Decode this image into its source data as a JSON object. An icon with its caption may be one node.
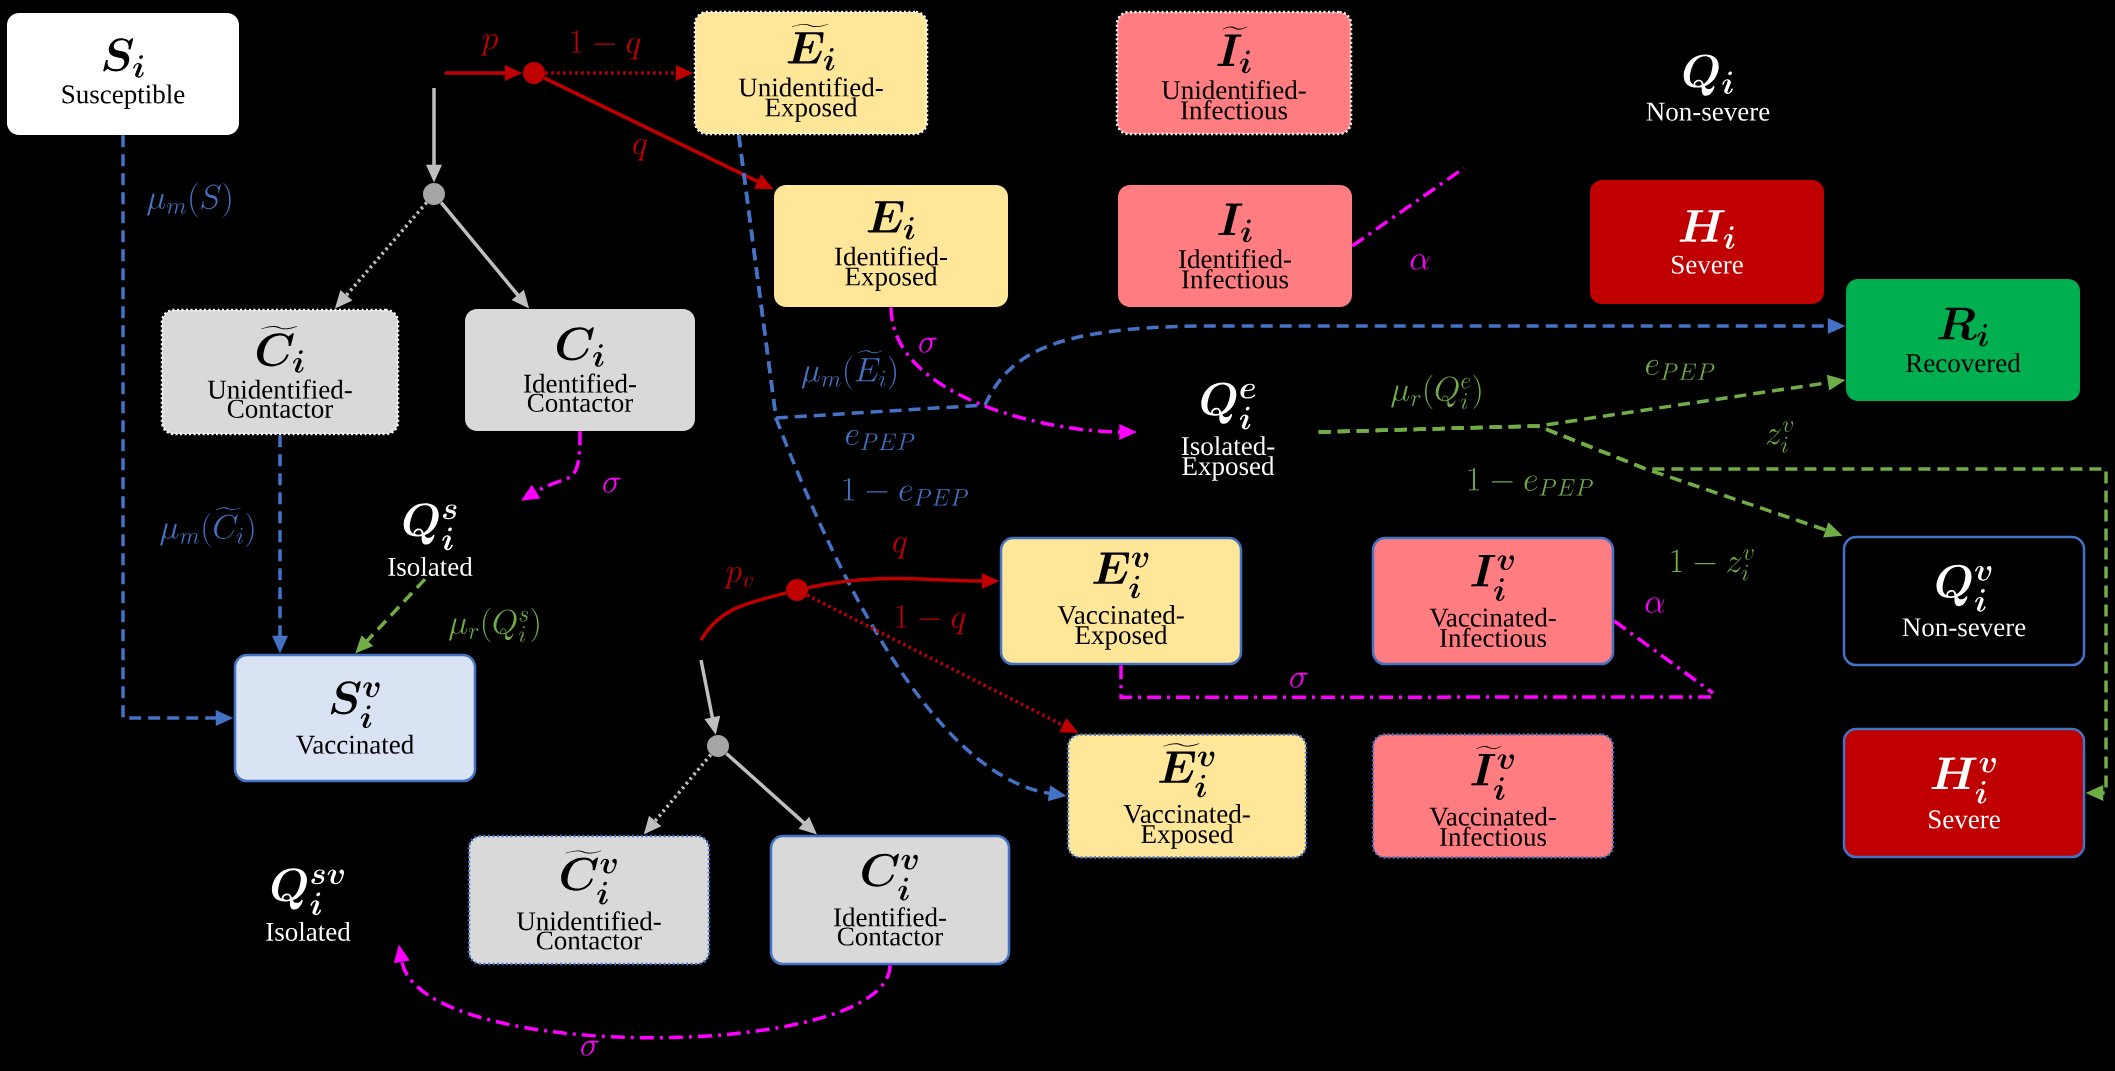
{
  "diagram": {
    "nodes": [
      {
        "text": [
          "\\boldsymbol{S_i}",
          "Susceptible"
        ]
      },
      {
        "text": [
          "\\boldsymbol{\\widetilde{E}_i}",
          "Unidentified-Exposed"
        ]
      },
      {
        "text": [
          "\\boldsymbol{\\widetilde{I}_i}",
          "Unidentified-Infectious"
        ]
      },
      {
        "text": [
          "\\boldsymbol{Q_i}",
          "Non-severe"
        ]
      },
      {
        "text": [
          "\\boldsymbol{E_i}",
          "Identified-Exposed"
        ]
      },
      {
        "text": [
          "\\boldsymbol{I_i}",
          "Identified-Infectious"
        ]
      },
      {
        "text": [
          "\\boldsymbol{H_i}",
          "Severe"
        ]
      },
      {
        "text": [
          "\\boldsymbol{\\widetilde{C}_i}",
          "Unidentified-Contactor"
        ]
      },
      {
        "text": [
          "\\boldsymbol{C_i}",
          "Identified-Contactor"
        ]
      },
      {
        "text": [
          "\\boldsymbol{R_i}",
          "Recovered"
        ]
      },
      {
        "text": [
          "\\boldsymbol{Q_i^e}",
          "Isolated-Exposed"
        ]
      },
      {
        "text": [
          "\\boldsymbol{Q_i^s}",
          "Isolated"
        ]
      },
      {
        "text": [
          "\\boldsymbol{S_i^v}",
          "Vaccinated"
        ]
      },
      {
        "text": [
          "\\boldsymbol{E_i^v}",
          "Vaccinated-Exposed"
        ]
      },
      {
        "text": [
          "\\boldsymbol{I_i^v}",
          "Vaccinated-Infectious"
        ]
      },
      {
        "text": [
          "\\boldsymbol{Q_i^v}",
          "Non-severe"
        ]
      },
      {
        "text": [
          "\\boldsymbol{\\widetilde{E}_i^v}",
          "Vaccinated-Exposed"
        ]
      },
      {
        "text": [
          "\\boldsymbol{\\widetilde{I}_i^v}",
          "Vaccinated-Infectious"
        ]
      },
      {
        "text": [
          "\\boldsymbol{H_i^v}",
          "Severe"
        ]
      },
      {
        "text": [
          "\\boldsymbol{Q_i^{sv}}",
          "Isolated"
        ]
      },
      {
        "text": [
          "\\boldsymbol{\\widetilde{C}_i^v}",
          "Unidentified-Contactor"
        ]
      },
      {
        "text": [
          "\\boldsymbol{C_i^v}",
          "Identified-Contactor"
        ]
      },
      {
        "text": [],
        "shape": "circle"
      },
      {
        "text": [],
        "shape": "circle"
      },
      {
        "text": [],
        "shape": "circle"
      },
      {
        "text": [],
        "shape": "circle"
      }
    ],
    "edges": [
      {
        "from": null,
        "to": 22,
        "arrow": "to",
        "label": "p",
        "color": "#c00000"
      },
      {
        "from": 22,
        "to": 1,
        "arrow": "to",
        "label": "1-q",
        "style": "dashed",
        "color": "#c00000"
      },
      {
        "from": 22,
        "to": 4,
        "arrow": "to",
        "label": "q",
        "color": "#c00000"
      },
      {
        "from": null,
        "to": 23,
        "arrow": "to",
        "color": "#bfbfbf"
      },
      {
        "from": 23,
        "to": 7,
        "arrow": "to",
        "style": "dashed",
        "color": "#bfbfbf"
      },
      {
        "from": 23,
        "to": 8,
        "arrow": "to",
        "color": "#bfbfbf"
      },
      {
        "from": 0,
        "to": 12,
        "arrow": "to",
        "label": "\\mu_m(S)",
        "style": "dashed",
        "color": "#4472c4"
      },
      {
        "from": 7,
        "to": 12,
        "arrow": "to",
        "label": "\\mu_m(\\widetilde{C}_i)",
        "style": "dashed",
        "color": "#4472c4"
      },
      {
        "from": 8,
        "to": 11,
        "arrow": "to",
        "label": "\\sigma",
        "style": "dashed",
        "color": "#ff00ff"
      },
      {
        "from": 11,
        "to": 12,
        "arrow": "to",
        "label": "\\mu_r(Q_i^s)",
        "style": "dashed",
        "color": "#70ad47"
      },
      {
        "from": 1,
        "to": 16,
        "arrow": "to",
        "label": "1-e_{PEP}",
        "style": "dashed",
        "color": "#4472c4"
      },
      {
        "from": 1,
        "to": 9,
        "arrow": "to",
        "label": "e_{PEP}",
        "style": "dashed",
        "color": "#4472c4"
      },
      {
        "from": 4,
        "to": 10,
        "arrow": "to",
        "label": "\\sigma",
        "style": "dashed",
        "color": "#ff00ff"
      },
      {
        "from": 5,
        "to": null,
        "arrow": "none",
        "label": "\\alpha",
        "style": "dashed",
        "color": "#ff00ff"
      },
      {
        "from": 10,
        "to": 9,
        "arrow": "to",
        "label": "e_{PEP}",
        "style": "dashed",
        "color": "#70ad47"
      },
      {
        "from": 10,
        "to": 15,
        "arrow": "to",
        "label": "1-z_i^v",
        "style": "dashed",
        "color": "#70ad47"
      },
      {
        "from": 10,
        "to": 18,
        "arrow": "to",
        "label": "z_i^v",
        "style": "dashed",
        "color": "#70ad47"
      },
      {
        "from": null,
        "to": 24,
        "arrow": "none",
        "label": "p_v",
        "color": "#c00000"
      },
      {
        "from": 24,
        "to": 13,
        "arrow": "to",
        "label": "q",
        "color": "#c00000"
      },
      {
        "from": 24,
        "to": 16,
        "arrow": "to",
        "label": "1-q",
        "style": "dashed",
        "color": "#c00000"
      },
      {
        "from": null,
        "to": 25,
        "arrow": "to",
        "color": "#bfbfbf"
      },
      {
        "from": 25,
        "to": 20,
        "arrow": "to",
        "style": "dashed",
        "color": "#bfbfbf"
      },
      {
        "from": 25,
        "to": 21,
        "arrow": "to",
        "color": "#bfbfbf"
      },
      {
        "from": 13,
        "to": null,
        "arrow": "none",
        "label": "\\sigma",
        "style": "dashed",
        "color": "#ff00ff"
      },
      {
        "from": 14,
        "to": null,
        "arrow": "none",
        "label": "\\alpha",
        "style": "dashed",
        "color": "#ff00ff"
      },
      {
        "from": 21,
        "to": 19,
        "arrow": "to",
        "label": "\\sigma",
        "style": "dashed",
        "color": "#ff00ff"
      }
    ],
    "labels": [
      "\\mu_m(\\widetilde{E}_i)",
      "\\mu_r(Q_i^e)",
      "1-e_{PEP}"
    ]
  }
}
